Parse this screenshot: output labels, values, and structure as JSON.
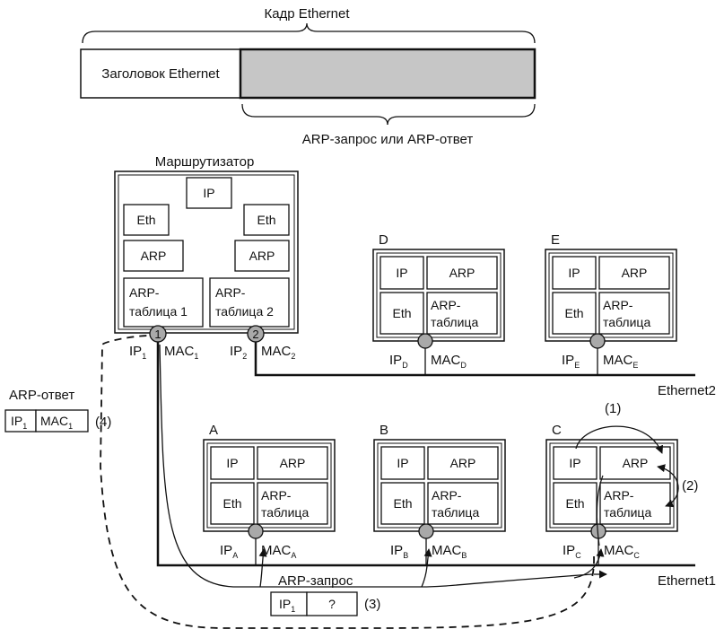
{
  "frame": {
    "title": "Кадр Ethernet",
    "header_label": "Заголовок Ethernet",
    "payload_label": "ARP-запрос или ARP-ответ"
  },
  "router": {
    "title": "Маршрутизатор",
    "ip": "IP",
    "eth_left": "Eth",
    "eth_right": "Eth",
    "arp_left": "ARP",
    "arp_right": "ARP",
    "table1": [
      "ARP-",
      "таблица 1"
    ],
    "table2": [
      "ARP-",
      "таблица 2"
    ],
    "port1": "1",
    "port2": "2",
    "ip1": "IP",
    "ip1_sub": "1",
    "mac1": "MAC",
    "mac1_sub": "1",
    "ip2": "IP",
    "ip2_sub": "2",
    "mac2": "MAC",
    "mac2_sub": "2"
  },
  "hosts": {
    "D": {
      "name": "D",
      "ip": "IP",
      "arp": "ARP",
      "eth": "Eth",
      "table": [
        "ARP-",
        "таблица"
      ],
      "addr_ip": "IP",
      "addr_mac": "MAC",
      "sub": "D"
    },
    "E": {
      "name": "E",
      "ip": "IP",
      "arp": "ARP",
      "eth": "Eth",
      "table": [
        "ARP-",
        "таблица"
      ],
      "addr_ip": "IP",
      "addr_mac": "MAC",
      "sub": "E"
    },
    "A": {
      "name": "A",
      "ip": "IP",
      "arp": "ARP",
      "eth": "Eth",
      "table": [
        "ARP-",
        "таблица"
      ],
      "addr_ip": "IP",
      "addr_mac": "MAC",
      "sub": "A"
    },
    "B": {
      "name": "B",
      "ip": "IP",
      "arp": "ARP",
      "eth": "Eth",
      "table": [
        "ARP-",
        "таблица"
      ],
      "addr_ip": "IP",
      "addr_mac": "MAC",
      "sub": "B"
    },
    "C": {
      "name": "C",
      "ip": "IP",
      "arp": "ARP",
      "eth": "Eth",
      "table": [
        "ARP-",
        "таблица"
      ],
      "addr_ip": "IP",
      "addr_mac": "MAC",
      "sub": "C"
    }
  },
  "networks": {
    "ethernet1": "Ethernet1",
    "ethernet2": "Ethernet2"
  },
  "arp_reply": {
    "title": "ARP-ответ",
    "ip": "IP",
    "ip_sub": "1",
    "mac": "MAC",
    "mac_sub": "1",
    "step": "(4)"
  },
  "arp_request": {
    "title": "ARP-запрос",
    "ip": "IP",
    "ip_sub": "1",
    "unknown": "?",
    "step": "(3)"
  },
  "steps": {
    "step1": "(1)",
    "step2": "(2)"
  },
  "colors": {
    "payload_fill": "#c6c6c6",
    "port_fill": "#a9a9a9",
    "line": "#111111"
  }
}
